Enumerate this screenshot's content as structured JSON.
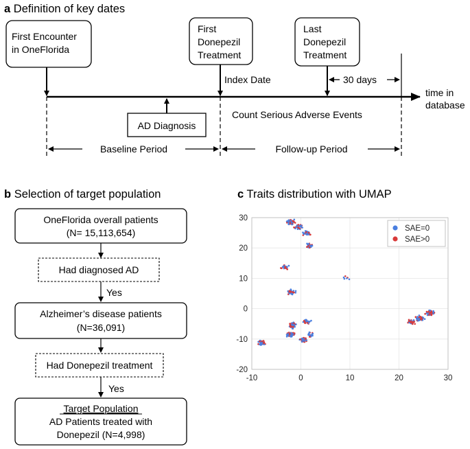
{
  "panel_a": {
    "letter": "a",
    "title": "Definition of key dates",
    "box_first_encounter": [
      "First Encounter",
      "in OneFlorida"
    ],
    "box_first_donepezil": [
      "First",
      "Donepezil",
      "Treatment"
    ],
    "box_last_donepezil": [
      "Last",
      "Donepezil",
      "Treatment"
    ],
    "box_ad_diagnosis": "AD Diagnosis",
    "index_date": "Index Date",
    "thirty_days": "30 days",
    "axis_label": [
      "time in",
      "database"
    ],
    "count_sae": "Count Serious Adverse Events",
    "baseline": "Baseline Period",
    "followup": "Follow-up Period"
  },
  "panel_b": {
    "letter": "b",
    "title": "Selection of target population",
    "box1": [
      "OneFlorida overall patients",
      "(N= 15,113,654)"
    ],
    "filter1": "Had diagnosed AD",
    "yes1": "Yes",
    "box2": [
      "Alzheimer’s disease patients",
      "(N=36,091)"
    ],
    "filter2": "Had Donepezil treatment",
    "yes2": "Yes",
    "box3": [
      "Target Population",
      "AD Patients treated with",
      "Donepezil (N=4,998)"
    ]
  },
  "panel_c": {
    "letter": "c",
    "title": "Traits distribution with UMAP"
  },
  "chart_data": {
    "type": "scatter",
    "title": "Traits distribution with UMAP",
    "xlim": [
      -10,
      30
    ],
    "ylim": [
      -20,
      30
    ],
    "xticks": [
      -10,
      0,
      10,
      20,
      30
    ],
    "yticks": [
      -20,
      -10,
      0,
      10,
      20,
      30
    ],
    "grid": true,
    "legend_position": "top-right",
    "series": [
      {
        "name": "SAE=0",
        "color": "#4a7fe0"
      },
      {
        "name": "SAE>0",
        "color": "#d93a3a"
      }
    ],
    "clusters": [
      {
        "x": -2.0,
        "y": 28.5,
        "count": 60
      },
      {
        "x": -0.5,
        "y": 27.0,
        "count": 40
      },
      {
        "x": 1.2,
        "y": 25.0,
        "count": 30
      },
      {
        "x": 1.8,
        "y": 20.8,
        "count": 30
      },
      {
        "x": -3.2,
        "y": 13.8,
        "count": 25
      },
      {
        "x": -2.0,
        "y": 5.5,
        "count": 35
      },
      {
        "x": 9.2,
        "y": 10.0,
        "count": 6
      },
      {
        "x": -8.0,
        "y": -11.2,
        "count": 45
      },
      {
        "x": -1.5,
        "y": -5.5,
        "count": 50
      },
      {
        "x": 1.2,
        "y": -4.2,
        "count": 35
      },
      {
        "x": -2.2,
        "y": -8.5,
        "count": 60
      },
      {
        "x": 0.5,
        "y": -10.2,
        "count": 45
      },
      {
        "x": 1.8,
        "y": -8.6,
        "count": 20
      },
      {
        "x": 22.5,
        "y": -4.3,
        "count": 40
      },
      {
        "x": 24.3,
        "y": -3.2,
        "count": 55
      },
      {
        "x": 26.3,
        "y": -1.4,
        "count": 50
      }
    ]
  }
}
